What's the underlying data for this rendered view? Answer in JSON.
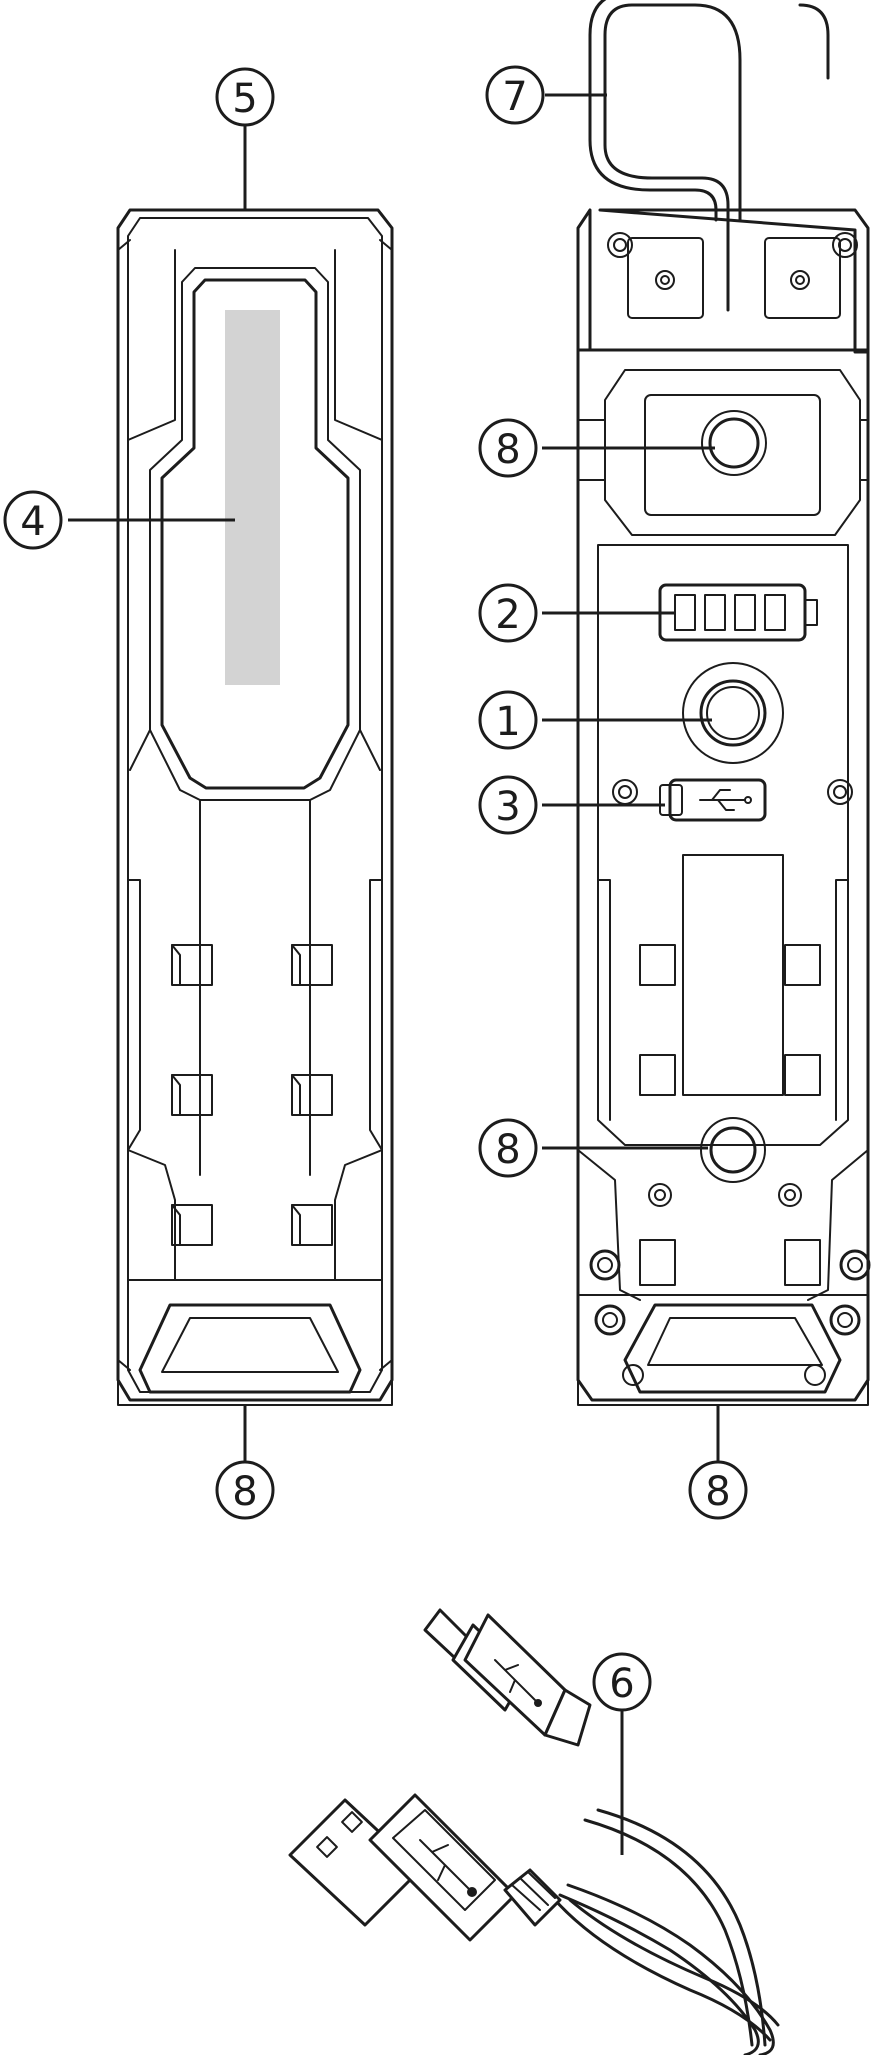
{
  "callouts": [
    {
      "id": "c5",
      "label": "5"
    },
    {
      "id": "c4",
      "label": "4"
    },
    {
      "id": "c8-front-bottom",
      "label": "8"
    },
    {
      "id": "c7",
      "label": "7"
    },
    {
      "id": "c8-back-top",
      "label": "8"
    },
    {
      "id": "c2",
      "label": "2"
    },
    {
      "id": "c1",
      "label": "1"
    },
    {
      "id": "c3",
      "label": "3"
    },
    {
      "id": "c8-back-middle",
      "label": "8"
    },
    {
      "id": "c8-back-bottom",
      "label": "8"
    },
    {
      "id": "c6",
      "label": "6"
    }
  ],
  "colors": {
    "line": "#1c1c1c",
    "background": "#ffffff",
    "led_strip": "#d3d3d3"
  },
  "icons": [
    "usb-icon",
    "battery-icon",
    "power-button-icon",
    "magnet-icon",
    "hook-icon"
  ]
}
